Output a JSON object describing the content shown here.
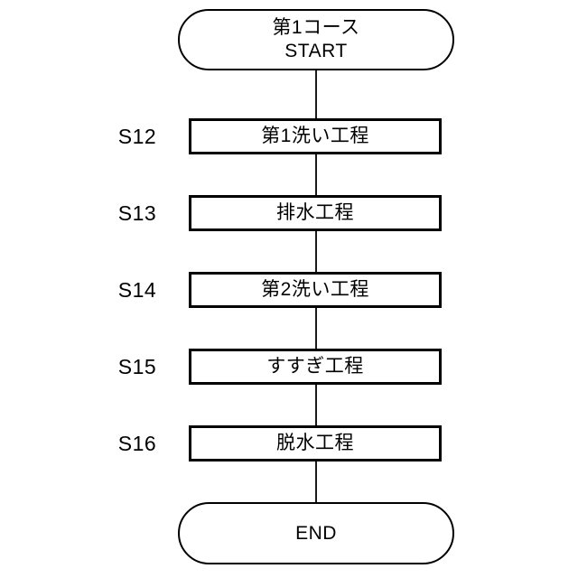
{
  "diagram": {
    "type": "flowchart",
    "orientation": "vertical",
    "colors": {
      "background": "#ffffff",
      "stroke": "#000000",
      "text": "#000000"
    },
    "start": {
      "shape": "terminator",
      "line1": "第1コース",
      "line2": "START"
    },
    "steps": [
      {
        "id": "S12",
        "label": "第1洗い工程"
      },
      {
        "id": "S13",
        "label": "排水工程"
      },
      {
        "id": "S14",
        "label": "第2洗い工程"
      },
      {
        "id": "S15",
        "label": "すすぎ工程"
      },
      {
        "id": "S16",
        "label": "脱水工程"
      }
    ],
    "end": {
      "shape": "terminator",
      "line1": "END"
    }
  }
}
